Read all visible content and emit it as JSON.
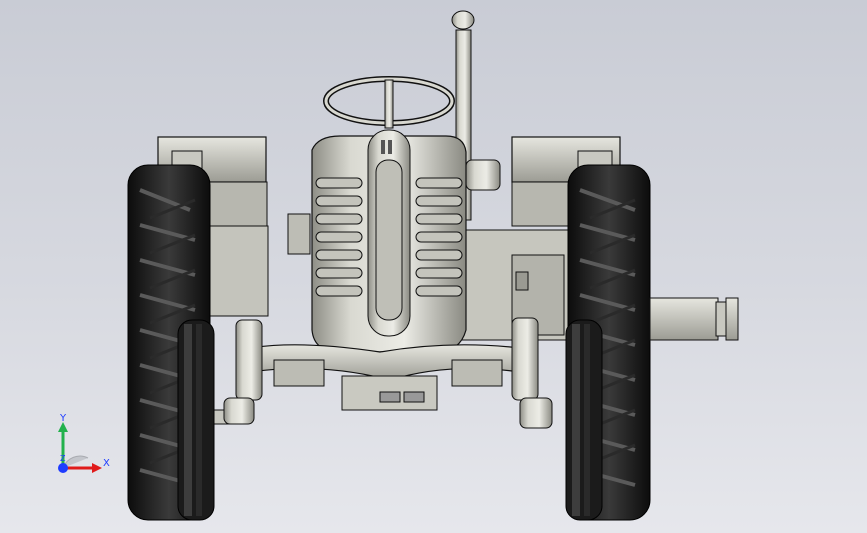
{
  "viewport": {
    "background_top": "#c9ccd5",
    "background_bottom": "#e6e7ec"
  },
  "model": {
    "subject": "tractor-front-view",
    "body_color": "#d2d2ca",
    "tire_color": "#1a1a1a",
    "edge_color": "#111111"
  },
  "triad": {
    "x_label": "X",
    "y_label": "Y",
    "z_label": "Z",
    "x_color": "#e01b1b",
    "y_color": "#22b14c",
    "z_color": "#1e3cff"
  }
}
